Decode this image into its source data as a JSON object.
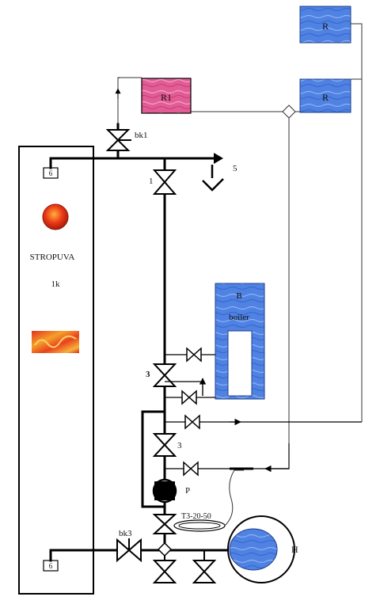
{
  "colors": {
    "pipe": "#000000",
    "thin_line": "#333333",
    "water_blue": "#4d7ee0",
    "water_blue_dark": "#2f5fc8",
    "pink_tank": "#e0548f",
    "fire_red": "#e32a1a",
    "fire_orange": "#f39a1f"
  },
  "labels": {
    "tank_r_top": "R",
    "tank_r_mid": "R",
    "tank_r1": "R1",
    "valve_bk1": "bk1",
    "node_6": "6",
    "vent_5": "5",
    "valve_1": "1",
    "furnace_name": "STROPUVA",
    "furnace_code": "1k",
    "boiler_letter": "B",
    "boiler_word": "boiler",
    "valve_3_upper": "3",
    "valve_3_lower": "3",
    "pump_p": "P",
    "pump_model": "T3-20-50",
    "valve_bk3": "bk3",
    "heat_h": "H",
    "node_bottom": "6"
  }
}
